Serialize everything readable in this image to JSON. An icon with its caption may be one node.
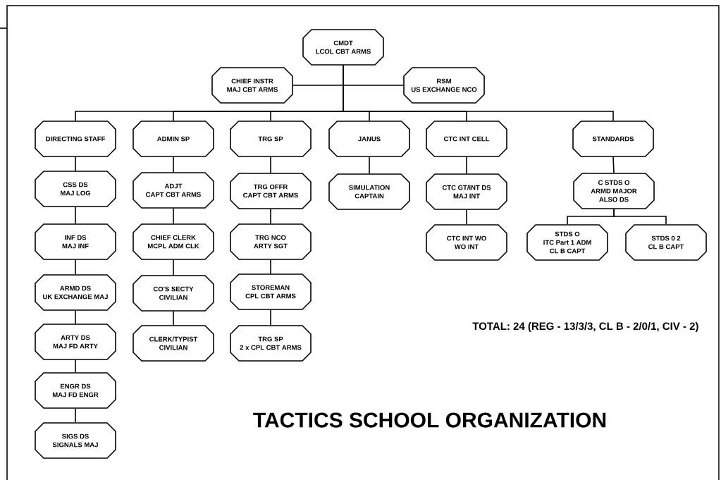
{
  "diagram": {
    "title": "TACTICS SCHOOL ORGANIZATION",
    "nodes": [
      {
        "text": [
          "CMDT",
          "LCOL CBT ARMS"
        ]
      },
      {
        "text": [
          "CHIEF INSTR",
          "MAJ CBT ARMS"
        ]
      },
      {
        "text": [
          "RSM",
          "US EXCHANGE NCO"
        ]
      },
      {
        "text": [
          "DIRECTING STAFF"
        ]
      },
      {
        "text": [
          "ADMIN SP"
        ]
      },
      {
        "text": [
          "TRG SP"
        ]
      },
      {
        "text": [
          "JANUS"
        ]
      },
      {
        "text": [
          "CTC INT CELL"
        ]
      },
      {
        "text": [
          "STANDARDS"
        ]
      },
      {
        "text": [
          "CSS DS",
          "MAJ LOG"
        ]
      },
      {
        "text": [
          "INF DS",
          "MAJ INF"
        ]
      },
      {
        "text": [
          "ARMD DS",
          "UK EXCHANGE MAJ"
        ]
      },
      {
        "text": [
          "ARTY DS",
          "MAJ FD ARTY"
        ]
      },
      {
        "text": [
          "ENGR DS",
          "MAJ FD ENGR"
        ]
      },
      {
        "text": [
          "SIGS DS",
          "SIGNALS MAJ"
        ]
      },
      {
        "text": [
          "ADJT",
          "CAPT CBT ARMS"
        ]
      },
      {
        "text": [
          "CHIEF CLERK",
          "MCPL ADM CLK"
        ]
      },
      {
        "text": [
          "CO'S SECTY",
          "CIVILIAN"
        ]
      },
      {
        "text": [
          "CLERK/TYPIST",
          "CIVILIAN"
        ]
      },
      {
        "text": [
          "TRG OFFR",
          "CAPT CBT ARMS"
        ]
      },
      {
        "text": [
          "TRG NCO",
          "ARTY SGT"
        ]
      },
      {
        "text": [
          "STOREMAN",
          "CPL CBT ARMS"
        ]
      },
      {
        "text": [
          "TRG SP",
          "2 x CPL CBT ARMS"
        ]
      },
      {
        "text": [
          "SIMULATION",
          "CAPTAIN"
        ]
      },
      {
        "text": [
          "CTC GT/INT DS",
          "MAJ INT"
        ]
      },
      {
        "text": [
          "CTC INT WO",
          "WO INT"
        ]
      },
      {
        "text": [
          "C STDS O",
          "ARMD MAJOR",
          "ALSO DS"
        ]
      },
      {
        "text": [
          "STDS O",
          "ITC Part 1 ADM",
          "CL B CAPT"
        ]
      },
      {
        "text": [
          "STDS 0 2",
          "CL B CAPT"
        ]
      }
    ],
    "edges": [
      {
        "from": 0,
        "to": 1,
        "arrow": "none"
      },
      {
        "from": 0,
        "to": 2,
        "arrow": "none"
      },
      {
        "from": 0,
        "to": 3,
        "arrow": "none"
      },
      {
        "from": 0,
        "to": 4,
        "arrow": "none"
      },
      {
        "from": 0,
        "to": 5,
        "arrow": "none"
      },
      {
        "from": 0,
        "to": 6,
        "arrow": "none"
      },
      {
        "from": 0,
        "to": 7,
        "arrow": "none"
      },
      {
        "from": 0,
        "to": 8,
        "arrow": "none"
      },
      {
        "from": 3,
        "to": 9,
        "arrow": "none"
      },
      {
        "from": 9,
        "to": 10,
        "arrow": "none"
      },
      {
        "from": 10,
        "to": 11,
        "arrow": "none"
      },
      {
        "from": 11,
        "to": 12,
        "arrow": "none"
      },
      {
        "from": 12,
        "to": 13,
        "arrow": "none"
      },
      {
        "from": 13,
        "to": 14,
        "arrow": "none"
      },
      {
        "from": 4,
        "to": 15,
        "arrow": "none"
      },
      {
        "from": 15,
        "to": 16,
        "arrow": "none"
      },
      {
        "from": 16,
        "to": 17,
        "arrow": "none"
      },
      {
        "from": 17,
        "to": 18,
        "arrow": "none"
      },
      {
        "from": 5,
        "to": 19,
        "arrow": "none"
      },
      {
        "from": 19,
        "to": 20,
        "arrow": "none"
      },
      {
        "from": 20,
        "to": 21,
        "arrow": "none"
      },
      {
        "from": 21,
        "to": 22,
        "arrow": "none"
      },
      {
        "from": 6,
        "to": 23,
        "arrow": "none"
      },
      {
        "from": 7,
        "to": 24,
        "arrow": "none"
      },
      {
        "from": 24,
        "to": 25,
        "arrow": "none"
      },
      {
        "from": 8,
        "to": 26,
        "arrow": "none"
      },
      {
        "from": 26,
        "to": 27,
        "arrow": "none"
      },
      {
        "from": 26,
        "to": 28,
        "arrow": "none"
      }
    ],
    "labels": [
      "TOTAL: 24 (REG - 13/3/3, CL B - 2/0/1, CIV - 2)"
    ]
  }
}
